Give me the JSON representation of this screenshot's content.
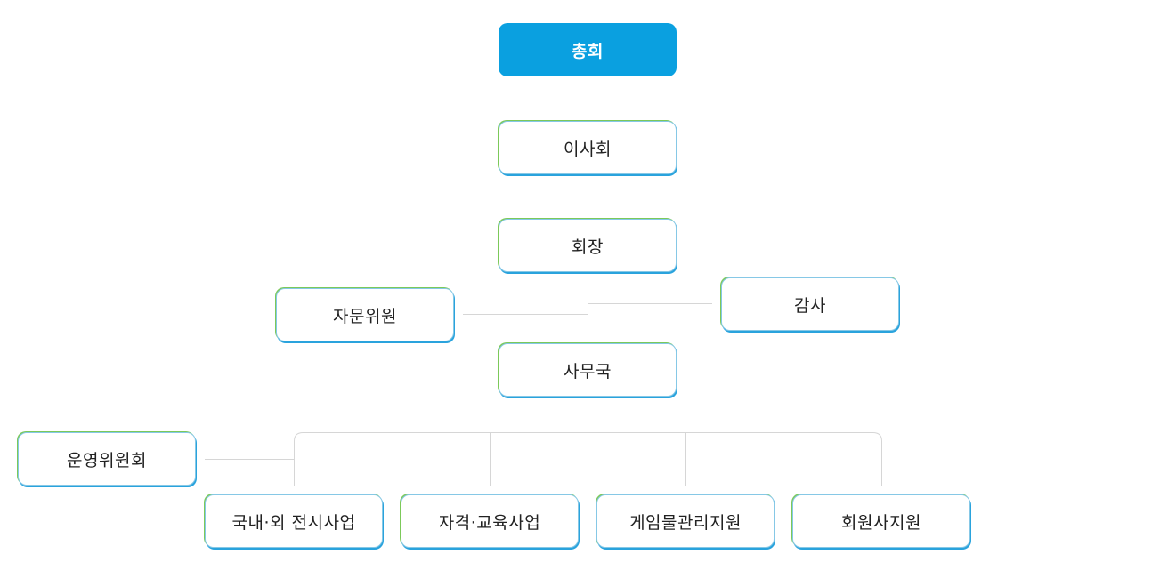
{
  "org_chart": {
    "general_meeting": "총회",
    "board": "이사회",
    "chairman": "회장",
    "advisory": "자문위원",
    "auditor": "감사",
    "secretariat": "사무국",
    "operating_committee": "운영위원회",
    "departments": [
      {
        "label": "국내·외 전시사업"
      },
      {
        "label": "자격·교육사업"
      },
      {
        "label": "게임물관리지원"
      },
      {
        "label": "회원사지원"
      }
    ]
  },
  "colors": {
    "primary": "#0aa0e0",
    "border_blue": "#2aa3dd",
    "border_green": "#7cc95a",
    "connector": "#d4d4d4"
  }
}
